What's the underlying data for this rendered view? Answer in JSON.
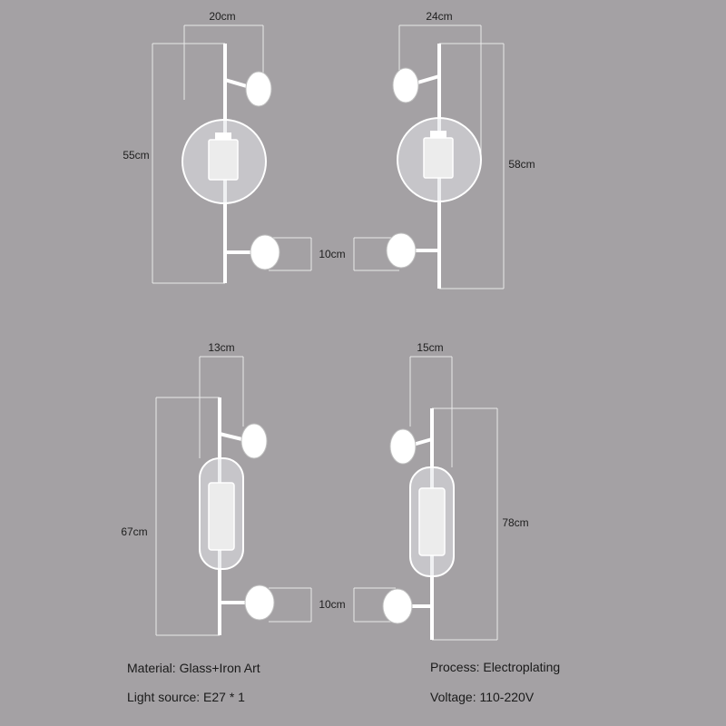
{
  "lamps": [
    {
      "id": "A",
      "width_label": "20cm",
      "height_label": "55cm",
      "depth_label": "10cm"
    },
    {
      "id": "B",
      "width_label": "24cm",
      "height_label": "58cm"
    },
    {
      "id": "C",
      "width_label": "13cm",
      "height_label": "67cm",
      "depth_label": "10cm"
    },
    {
      "id": "D",
      "width_label": "15cm",
      "height_label": "78cm"
    }
  ],
  "specs": {
    "material": "Material: Glass+Iron Art",
    "light_source": "Light source: E27 * 1",
    "process": "Process: Electroplating",
    "voltage": "Voltage: 110-220V"
  }
}
